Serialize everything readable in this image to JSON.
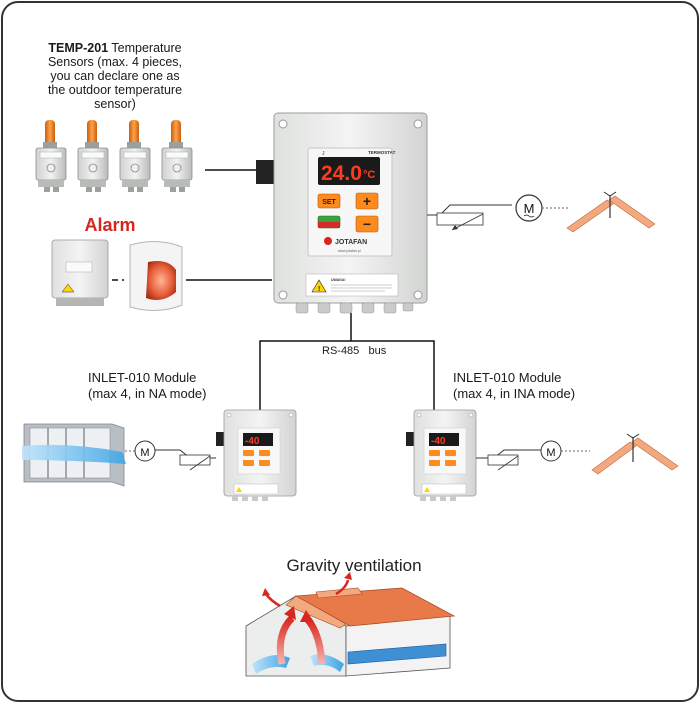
{
  "sensors": {
    "title_bold": "TEMP-201",
    "title_rest": " Temperature",
    "line2": "Sensors (max. 4 pieces,",
    "line3": "you can declare one as",
    "line4": "the outdoor temperature",
    "line5": "sensor)"
  },
  "alarm": {
    "label": "Alarm"
  },
  "main_unit": {
    "display": "24.0",
    "unit": "°C",
    "title": "TERMOSTAT",
    "set_label": "SET",
    "plus_label": "+",
    "minus_label": "−",
    "brand": "JOTAFAN",
    "website": "www.jotafan.pl",
    "warning_title": "UWAGA!"
  },
  "bus": {
    "label": "RS-485   bus"
  },
  "left_module": {
    "line1": "INLET-010 Module",
    "line2": "(max 4, in NA mode)",
    "display": "-40"
  },
  "right_module": {
    "line1": "INLET-010 Module",
    "line2": "(max 4, in INA mode)",
    "display": "-40"
  },
  "motor_label": "M",
  "gravity": {
    "title": "Gravity ventilation"
  },
  "colors": {
    "frame": "#333333",
    "panel": "#e9ebe9",
    "display_red": "#ff3b1f",
    "button_orange": "#ff8a1e",
    "alarm_red": "#d6261f",
    "sensor_orange": "#f07d1a",
    "roof": "#e87a4a",
    "arrow_red": "#d8261f",
    "air_blue": "#4fb0ea"
  },
  "icons": [
    "temperature-sensor-icon",
    "siren-icon",
    "motor-icon",
    "roof-icon",
    "air-inlet-icon",
    "barn-icon"
  ]
}
